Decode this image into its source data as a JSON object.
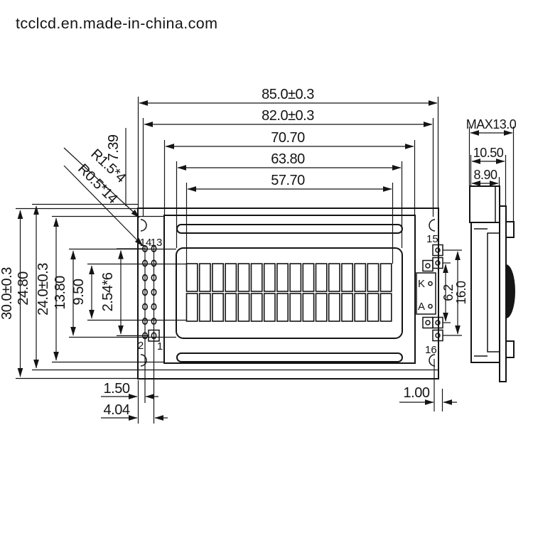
{
  "watermark": {
    "text": "tcclcd.en.made-in-china.com",
    "color": "#57585c"
  },
  "dims": {
    "top": [
      "85.0±0.3",
      "82.0±0.3",
      "70.70",
      "63.80",
      "57.70"
    ],
    "left": [
      "30.0±0.3",
      "24.80",
      "24.0±0.3",
      "13.80",
      "9.50",
      "2.54*6"
    ],
    "side": [
      "MAX13.0",
      "10.50",
      "8.90"
    ],
    "backlight": [
      "6.2",
      "16.0"
    ],
    "bottom": [
      "1.50",
      "4.04",
      "1.00"
    ],
    "leaders": [
      "R1.5*4",
      "R0.5*14",
      "7.39"
    ]
  },
  "pins": {
    "p14": "14",
    "p13": "13",
    "p2": "2",
    "p1": "1",
    "p15": "15",
    "p16": "16",
    "k": "K",
    "a": "A",
    "colors": {
      "p14": "#5d3a63",
      "p13": "#45457d",
      "p2": "#5d3a52",
      "p1": "#b5713f",
      "p15": "#3d3d95",
      "p16": "#3d3d95",
      "k": "#3a56c4",
      "a": "#3a56c4"
    }
  },
  "display": {
    "columns": 16,
    "rows": 2
  },
  "pin_field": {
    "rows": 7,
    "cols": 2
  },
  "colors": {
    "line": "#141414"
  }
}
